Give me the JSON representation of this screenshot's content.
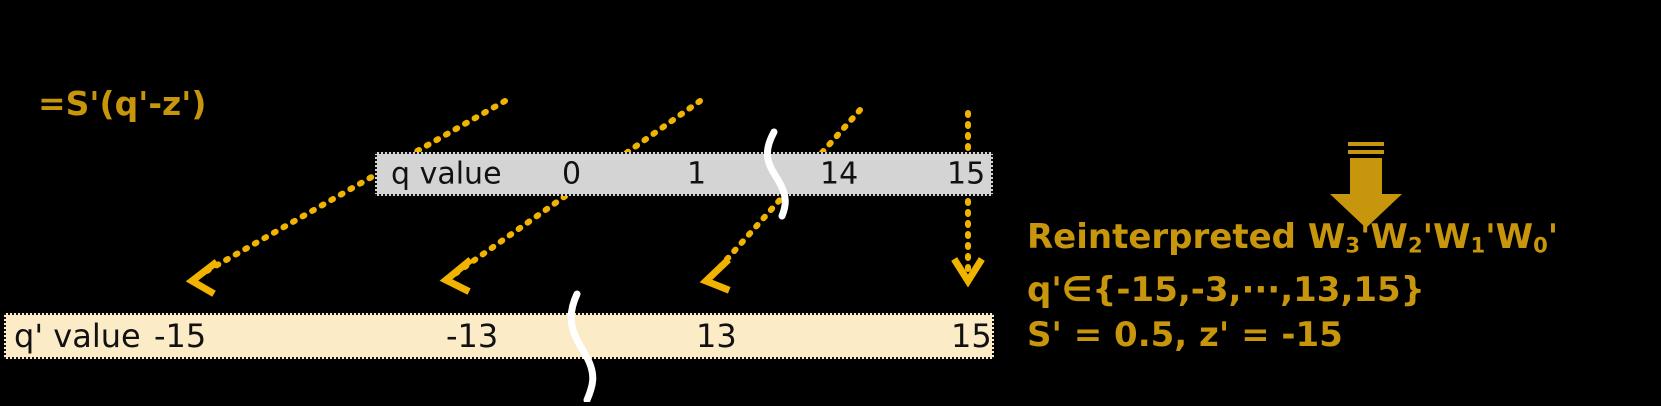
{
  "figure": {
    "formula": "=S'(q'-z')",
    "colors": {
      "gold": "#C8960C",
      "dotted_arrow": "#F0B400",
      "q_bar_fill": "#D4D4D4",
      "qp_bar_fill": "#FBEBC6",
      "background": "#000000",
      "text_dark": "#111111"
    }
  },
  "q_bar": {
    "label": "q value",
    "values": [
      "0",
      "1",
      "14",
      "15"
    ]
  },
  "qp_bar": {
    "label": "q' value",
    "values": [
      "-15",
      "-13",
      "13",
      "15"
    ]
  },
  "rhs": {
    "line1_prefix": "Reinterpreted W",
    "w3_sub": "3",
    "w3_prime": "'W",
    "w2_sub": "2",
    "w2_prime": "'W",
    "w1_sub": "1",
    "w1_prime": "'W",
    "w0_sub": "0",
    "w0_prime": "'",
    "line2": "q'∈{-15,-3,···,13,15}",
    "line3": "S' = 0.5, z' = -15"
  },
  "icons": {
    "big_down_arrow": "down-arrow-icon",
    "mapping_arrow": "dotted-mapping-arrow-icon",
    "axis_break": "axis-break-squiggle-icon"
  }
}
